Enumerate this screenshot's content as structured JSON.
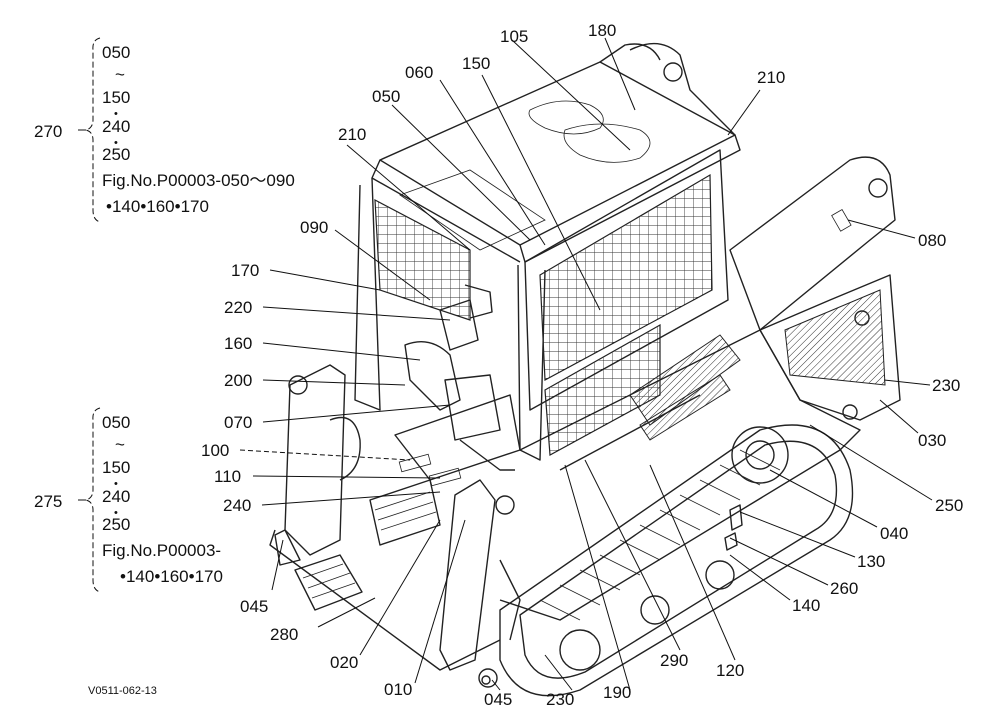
{
  "bracket_top": {
    "ref": "270",
    "items": [
      "050",
      "~",
      "150",
      "•",
      "240",
      "•",
      "250"
    ],
    "fig_line1": "Fig.No.P00003-050～090",
    "fig_line2": "•140•160•170"
  },
  "bracket_bottom": {
    "ref": "275",
    "items": [
      "050",
      "~",
      "150",
      "•",
      "240",
      "•",
      "250"
    ],
    "fig_line1": "Fig.No.P00003-",
    "fig_line2": "•140•160•170"
  },
  "callouts": {
    "c105": "105",
    "c180": "180",
    "c060": "060",
    "c150": "150",
    "c050": "050",
    "c210a": "210",
    "c210b": "210",
    "c090": "090",
    "c080": "080",
    "c170": "170",
    "c220": "220",
    "c160": "160",
    "c200": "200",
    "c070": "070",
    "c100": "100",
    "c110": "110",
    "c240": "240",
    "c230a": "230",
    "c030": "030",
    "c250": "250",
    "c040": "040",
    "c130": "130",
    "c260": "260",
    "c140": "140",
    "c045a": "045",
    "c280": "280",
    "c020": "020",
    "c010": "010",
    "c045b": "045",
    "c230b": "230",
    "c190": "190",
    "c290": "290",
    "c120": "120"
  },
  "diagram_code": "V0511-062-13"
}
